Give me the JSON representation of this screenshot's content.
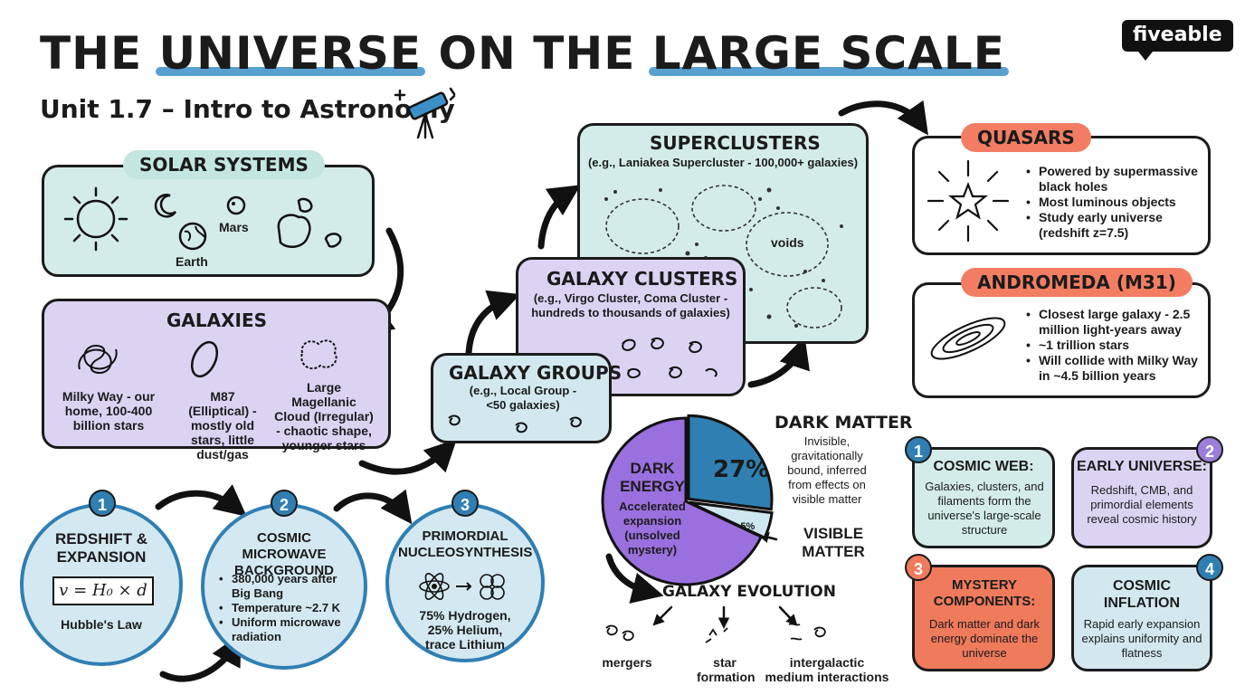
{
  "header": {
    "title_pre": "THE ",
    "title_hl1": "UNIVERSE",
    "title_mid": " ON THE ",
    "title_hl2": "LARGE SCALE",
    "subtitle": "Unit 1.7 – Intro to Astronomy",
    "logo": "fiveable"
  },
  "solar": {
    "label": "SOLAR SYSTEMS",
    "mars": "Mars",
    "earth": "Earth"
  },
  "galaxies": {
    "label": "GALAXIES",
    "items": [
      "Milky Way - our home, 100-400 billion stars",
      "M87 (Elliptical) - mostly old stars, little dust/gas",
      "Large Magellanic Cloud (Irregular) - chaotic shape, younger stars"
    ]
  },
  "groups": {
    "label": "GALAXY GROUPS",
    "desc": "(e.g., Local Group - <50 galaxies)"
  },
  "clusters": {
    "label": "GALAXY CLUSTERS",
    "desc": "(e.g., Virgo Cluster, Coma Cluster - hundreds to thousands of galaxies)"
  },
  "superclusters": {
    "label": "SUPERCLUSTERS",
    "desc": "(e.g., Laniakea Supercluster - 100,000+ galaxies)",
    "voids": "voids"
  },
  "quasars": {
    "label": "QUASARS",
    "bullets": [
      "Powered by supermassive black holes",
      "Most luminous objects",
      "Study early universe (redshift z=7.5)"
    ]
  },
  "andromeda": {
    "label": "ANDROMEDA (M31)",
    "bullets": [
      "Closest large galaxy - 2.5 million light-years away",
      "~1 trillion stars",
      "Will collide with Milky Way in ~4.5 billion years"
    ]
  },
  "timeline": [
    {
      "num": "1",
      "title": "REDSHIFT & EXPANSION",
      "formula": "v = H₀ × d",
      "caption": "Hubble's Law"
    },
    {
      "num": "2",
      "title": "COSMIC MICROWAVE BACKGROUND",
      "bullets": [
        "380,000 years after Big Bang",
        "Temperature ~2.7 K",
        "Uniform microwave radiation"
      ]
    },
    {
      "num": "3",
      "title": "PRIMORDIAL NUCLEOSYNTHESIS",
      "caption": "75% Hydrogen, 25% Helium, trace Lithium"
    }
  ],
  "pie": {
    "dark_energy_label": "DARK ENERGY",
    "dark_energy_desc": "Accelerated expansion (unsolved mystery)",
    "dark_matter_value": "27%",
    "visible_value": "~5%",
    "dark_matter_label": "DARK MATTER",
    "dark_matter_desc": "Invisible, gravitationally bound, inferred from effects on visible matter",
    "visible_label": "VISIBLE MATTER"
  },
  "chart_data": {
    "type": "pie",
    "values": [
      68,
      27,
      5
    ],
    "colors": [
      "#9a6fde",
      "#2f7fb3",
      "#cfe7ef"
    ]
  },
  "evolution": {
    "label": "GALAXY EVOLUTION",
    "items": [
      "mergers",
      "star formation",
      "intergalactic medium interactions"
    ]
  },
  "cards": [
    {
      "num": "1",
      "title": "COSMIC WEB:",
      "body": "Galaxies, clusters, and filaments form the universe's large-scale structure"
    },
    {
      "num": "2",
      "title": "EARLY UNIVERSE:",
      "body": "Redshift, CMB, and primordial elements reveal cosmic history"
    },
    {
      "num": "3",
      "title": "MYSTERY COMPONENTS:",
      "body": "Dark matter and dark energy dominate the universe"
    },
    {
      "num": "4",
      "title": "COSMIC INFLATION",
      "body": "Rapid early expansion explains uniformity and flatness"
    }
  ],
  "colors": {
    "accent_blue": "#2f7fb3",
    "purple": "#9b7ed9",
    "coral": "#ef7a5c",
    "teal": "#d4ece9"
  }
}
